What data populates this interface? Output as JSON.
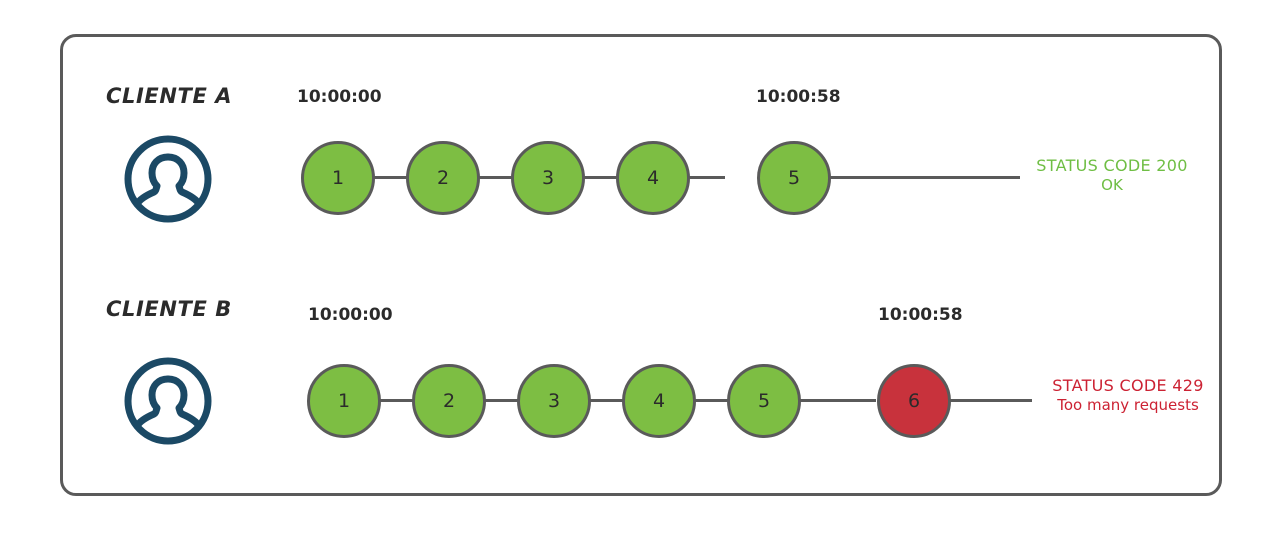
{
  "diagram": {
    "title_absent": true,
    "frame_color": "#5a5a5a",
    "palette": {
      "node_ok": "#7DBE43",
      "node_error": "#C8323C",
      "node_stroke": "#5a5a5a",
      "avatar": "#1B4965",
      "status_ok_text": "#6FBE44",
      "status_error_text": "#CC2233",
      "label_text": "#2b2b2b"
    },
    "rows": [
      {
        "id": "row-a",
        "client_label": "CLIENTE A",
        "avatar_icon": "user-avatar-icon",
        "start_timestamp": "10:00:00",
        "end_timestamp": "10:00:58",
        "nodes": [
          {
            "label": "1",
            "state": "ok"
          },
          {
            "label": "2",
            "state": "ok"
          },
          {
            "label": "3",
            "state": "ok"
          },
          {
            "label": "4",
            "state": "ok"
          },
          {
            "label": "5",
            "state": "ok"
          }
        ],
        "status": {
          "state": "ok",
          "line1": "STATUS CODE 200",
          "line2": "OK"
        }
      },
      {
        "id": "row-b",
        "client_label": "CLIENTE B",
        "avatar_icon": "user-avatar-icon",
        "start_timestamp": "10:00:00",
        "end_timestamp": "10:00:58",
        "nodes": [
          {
            "label": "1",
            "state": "ok"
          },
          {
            "label": "2",
            "state": "ok"
          },
          {
            "label": "3",
            "state": "ok"
          },
          {
            "label": "4",
            "state": "ok"
          },
          {
            "label": "5",
            "state": "ok"
          },
          {
            "label": "6",
            "state": "error"
          }
        ],
        "status": {
          "state": "error",
          "line1": "STATUS CODE 429",
          "line2": "Too many requests"
        }
      }
    ]
  }
}
